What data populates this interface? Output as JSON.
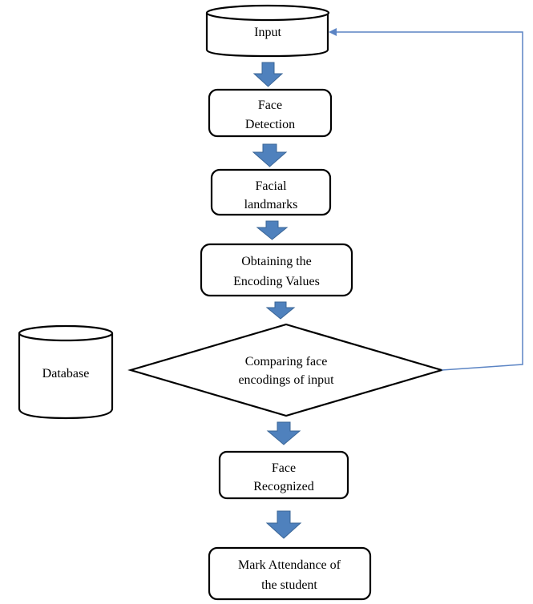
{
  "nodes": {
    "input": {
      "label": "Input"
    },
    "face_detection": {
      "line1": "Face",
      "line2": "Detection"
    },
    "facial_landmarks": {
      "line1": "Facial",
      "line2": "landmarks"
    },
    "encoding_values": {
      "line1": "Obtaining the",
      "line2": "Encoding Values"
    },
    "comparing": {
      "line1": "Comparing face",
      "line2": "encodings of input"
    },
    "database": {
      "label": "Database"
    },
    "face_recognized": {
      "line1": "Face",
      "line2": "Recognized"
    },
    "mark_attendance": {
      "line1": "Mark Attendance of",
      "line2": "the student"
    }
  },
  "colors": {
    "arrow_fill": "#4f81bd",
    "arrow_stroke": "#3a6596",
    "feedback_line": "#5b84c4",
    "stroke": "#000000"
  }
}
